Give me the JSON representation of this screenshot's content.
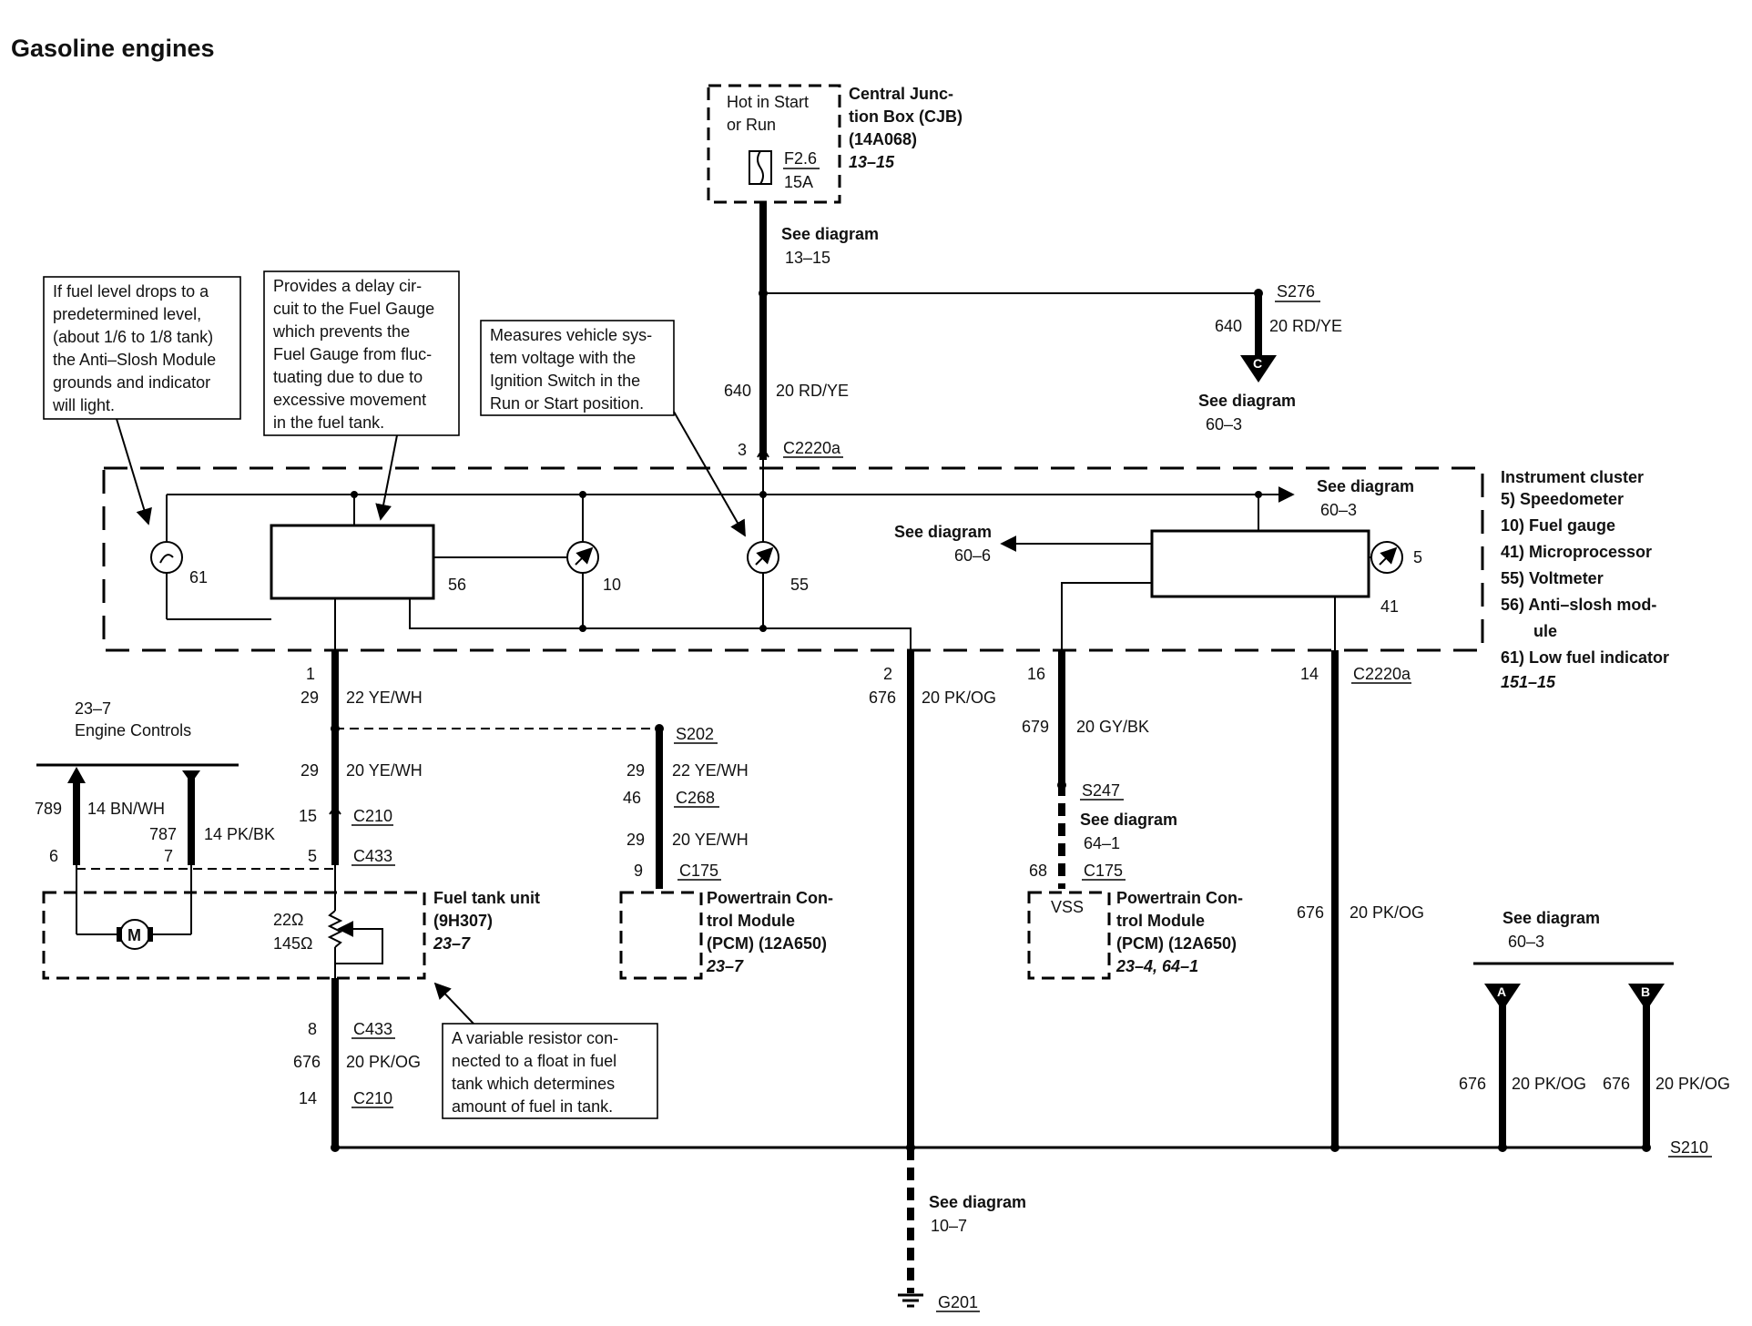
{
  "title": "Gasoline engines",
  "cjb": {
    "hot_line1": "Hot in Start",
    "hot_line2": "or Run",
    "fuse_id": "F2.6",
    "fuse_amp": "15A",
    "label_line1": "Central Junc-",
    "label_line2": "tion Box (CJB)",
    "label_line3": "(14A068)",
    "ref": "13–15"
  },
  "see_diagram": "See diagram",
  "refs": {
    "r13_15": "13–15",
    "r60_3": "60–3",
    "r60_6": "60–6",
    "r64_1": "64–1",
    "r10_7": "10–7"
  },
  "circuits": {
    "c640": "640",
    "c29": "29",
    "c676": "676",
    "c679": "679",
    "c789": "789",
    "c787": "787",
    "c46": "46"
  },
  "wires": {
    "rd_ye": "20 RD/YE",
    "ye_wh22": "22 YE/WH",
    "ye_wh20": "20 YE/WH",
    "pk_og": "20 PK/OG",
    "gy_bk": "20 GY/BK",
    "bn_wh": "14 BN/WH",
    "pk_bk": "14 PK/BK"
  },
  "connectors": {
    "c2220a": "C2220a",
    "c210": "C210",
    "c433": "C433",
    "c268": "C268",
    "c175": "C175"
  },
  "splices": {
    "s276": "S276",
    "s202": "S202",
    "s247": "S247",
    "s210": "S210"
  },
  "ground": "G201",
  "pins": {
    "p3": "3",
    "p1": "1",
    "p2": "2",
    "p16": "16",
    "p14": "14",
    "p15": "15",
    "p5": "5",
    "p6": "6",
    "p7": "7",
    "p8": "8",
    "p9": "9",
    "p68": "68"
  },
  "components": {
    "n61": "61",
    "n56": "56",
    "n10": "10",
    "n55": "55",
    "n5": "5",
    "n41": "41"
  },
  "flags": {
    "a": "A",
    "b": "B",
    "c": "C"
  },
  "cluster": {
    "title": "Instrument cluster",
    "items": [
      "5)   Speedometer",
      "10)  Fuel gauge",
      "41)  Microprocessor",
      "55)  Voltmeter",
      "56)  Anti–slosh mod-",
      "ule",
      "61)  Low fuel indicator"
    ],
    "ref": "151–15"
  },
  "engine_controls": {
    "ref": "23–7",
    "label": "Engine Controls"
  },
  "fuel_tank": {
    "r1": "22Ω",
    "r2": "145Ω",
    "motor": "M",
    "label_line1": "Fuel tank unit",
    "label_line2": "(9H307)",
    "ref": "23–7"
  },
  "pcm1": {
    "line1": "Powertrain Con-",
    "line2": "trol Module",
    "line3": "(PCM) (12A650)",
    "ref": "23–7"
  },
  "pcm2": {
    "vss": "VSS",
    "line1": "Powertrain Con-",
    "line2": "trol Module",
    "line3": "(PCM) (12A650)",
    "ref": "23–4, 64–1"
  },
  "notes": {
    "low_fuel": [
      "If fuel level drops to a",
      "predetermined level,",
      "(about 1/6 to 1/8 tank)",
      "the Anti–Slosh Module",
      "grounds and indicator",
      "will light."
    ],
    "delay": [
      "Provides a delay cir-",
      "cuit to the Fuel Gauge",
      "which prevents the",
      "Fuel Gauge from fluc-",
      "tuating due to due to",
      "excessive movement",
      "in the fuel tank."
    ],
    "voltage": [
      "Measures vehicle sys-",
      "tem voltage with the",
      "Ignition Switch in the",
      "Run or Start position."
    ],
    "resistor": [
      "A variable resistor con-",
      "nected to a float in fuel",
      "tank which determines",
      "amount of fuel in tank."
    ]
  }
}
